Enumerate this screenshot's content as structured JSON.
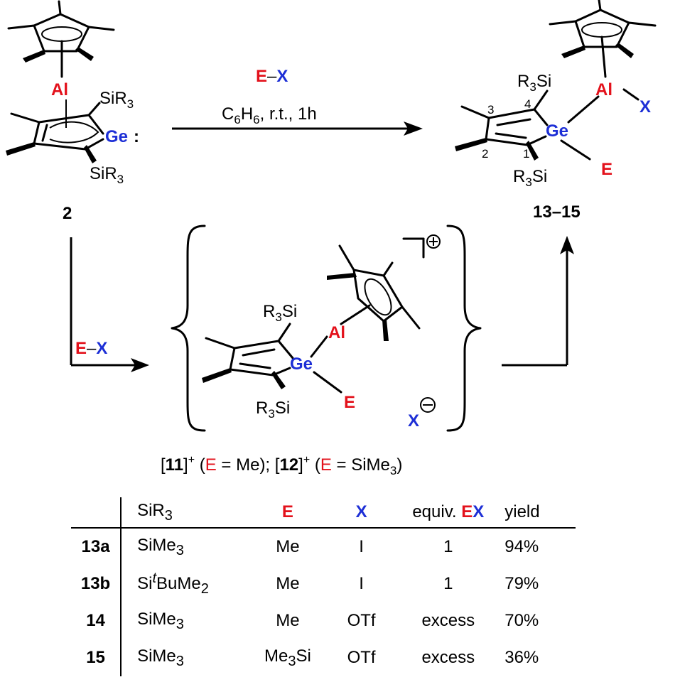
{
  "scheme": {
    "reagent_top_E": "E",
    "reagent_top_dash": "–",
    "reagent_top_X": "X",
    "conditions": "C6H6, r.t., 1h",
    "conditions_parts": {
      "a": "C",
      "a_sub": "6",
      "b": "H",
      "b_sub": "6",
      "c": ", r.t., 1h"
    },
    "reagent_left_E": "E",
    "reagent_left_dash": "–",
    "reagent_left_X": "X",
    "start_label": "2",
    "product_label": "13–15",
    "intermediate_caption": {
      "p1": "[",
      "b1": "11",
      "p2": "]",
      "sup1": "+",
      "p3": " (",
      "e1": "E",
      "p4": " = Me); [",
      "b2": "12",
      "p5": "]",
      "sup2": "+",
      "p6": " (",
      "e2": "E",
      "p7": " = SiMe",
      "sub": "3",
      "p8": ")"
    },
    "atoms": {
      "al": "Al",
      "ge": "Ge",
      "ge_lone": ":",
      "sir3": "SiR",
      "sir3_sub": "3",
      "r3si_pre": "R",
      "r3si_sub": "3",
      "r3si_post": "Si",
      "E": "E",
      "X": "X",
      "plus": "+",
      "minus": "−"
    },
    "ring_numbers": [
      "1",
      "2",
      "3",
      "4"
    ],
    "colors": {
      "element_E": "#e3111b",
      "element_X": "#1d2fd6",
      "al": "#e3111b",
      "ge": "#1d2fd6"
    }
  },
  "table": {
    "headers": {
      "sir3": "SiR",
      "sir3_sub": "3",
      "e": "E",
      "x": "X",
      "equiv": "equiv. ",
      "equiv_E": "E",
      "equiv_X": "X",
      "yield": "yield"
    },
    "rows": [
      {
        "id": "13a",
        "sir3": "SiMe",
        "sir3_sup": "",
        "sir3_mid": "",
        "sir3_sub": "3",
        "e": "Me",
        "e_sub": "",
        "e_post": "",
        "x": "I",
        "equiv": "1",
        "yield": "94%"
      },
      {
        "id": "13b",
        "sir3": "Si",
        "sir3_sup": "t",
        "sir3_mid": "BuMe",
        "sir3_sub": "2",
        "e": "Me",
        "e_sub": "",
        "e_post": "",
        "x": "I",
        "equiv": "1",
        "yield": "79%"
      },
      {
        "id": "14",
        "sir3": "SiMe",
        "sir3_sup": "",
        "sir3_mid": "",
        "sir3_sub": "3",
        "e": "Me",
        "e_sub": "",
        "e_post": "",
        "x": "OTf",
        "equiv": "excess",
        "yield": "70%"
      },
      {
        "id": "15",
        "sir3": "SiMe",
        "sir3_sup": "",
        "sir3_mid": "",
        "sir3_sub": "3",
        "e": "Me",
        "e_sub": "3",
        "e_post": "Si",
        "x": "OTf",
        "equiv": "excess",
        "yield": "36%"
      }
    ]
  }
}
